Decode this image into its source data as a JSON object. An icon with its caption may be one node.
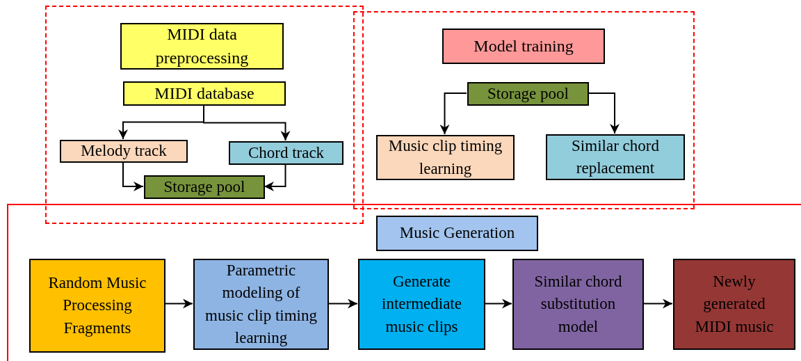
{
  "diagram": {
    "nodes": [
      {
        "text": [],
        "shape": "box"
      },
      {
        "text": [
          "MIDI data preprocessing"
        ],
        "in": 0
      },
      {
        "text": [
          "MIDI database"
        ],
        "in": 0
      },
      {
        "text": [
          "Melody track"
        ],
        "in": 0
      },
      {
        "text": [
          "Chord track"
        ],
        "in": 0
      },
      {
        "text": [
          "Storage pool"
        ],
        "in": 0
      },
      {
        "text": [],
        "shape": "box"
      },
      {
        "text": [
          "Model training"
        ],
        "in": 6
      },
      {
        "text": [
          "Storage pool"
        ],
        "in": 6
      },
      {
        "text": [
          "Music clip timing learning"
        ],
        "in": 6
      },
      {
        "text": [
          "Similar chord replacement"
        ],
        "in": 6
      },
      {
        "text": [],
        "shape": "box"
      },
      {
        "text": [
          "Music Generation"
        ],
        "in": 11
      },
      {
        "text": [
          "Random Music Processing Fragments"
        ],
        "in": 11
      },
      {
        "text": [
          "Parametric modeling of music clip timing learning"
        ],
        "in": 11
      },
      {
        "text": [
          "Generate intermediate music clips"
        ],
        "in": 11
      },
      {
        "text": [
          "Similar chord substitution model"
        ],
        "in": 11
      },
      {
        "text": [
          "Newly generated MIDI music"
        ],
        "in": 11
      }
    ],
    "edges": [
      {
        "from": 2,
        "to": 3,
        "arrow": "to"
      },
      {
        "from": 2,
        "to": 4,
        "arrow": "to"
      },
      {
        "from": 3,
        "to": 5,
        "arrow": "to"
      },
      {
        "from": 4,
        "to": 5,
        "arrow": "to"
      },
      {
        "from": 8,
        "to": 9,
        "arrow": "to"
      },
      {
        "from": 8,
        "to": 10,
        "arrow": "to"
      },
      {
        "from": 13,
        "to": 14,
        "arrow": "to"
      },
      {
        "from": 14,
        "to": 15,
        "arrow": "to"
      },
      {
        "from": 15,
        "to": 16,
        "arrow": "to"
      },
      {
        "from": 16,
        "to": 17,
        "arrow": "to"
      }
    ]
  }
}
